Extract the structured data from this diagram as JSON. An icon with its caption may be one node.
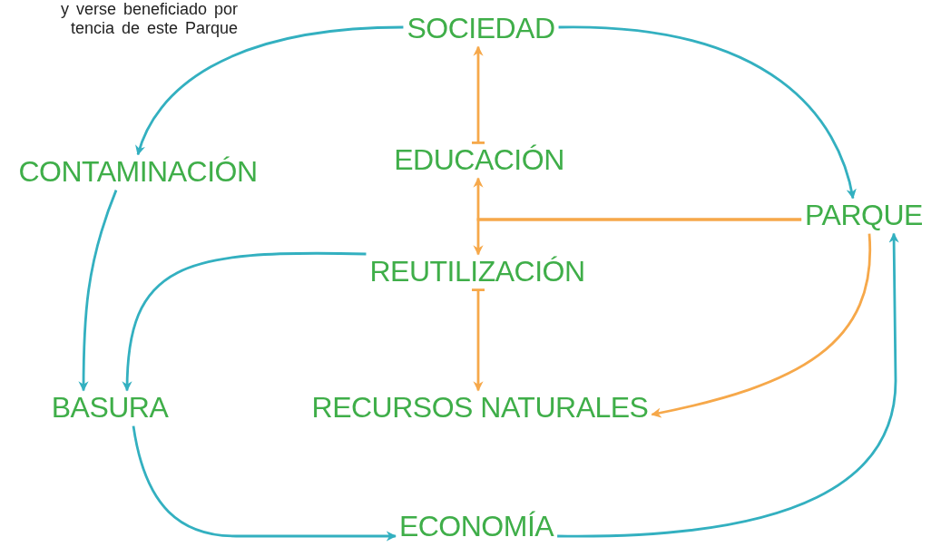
{
  "diagram": {
    "nodes": [
      {
        "text": [
          "SOCIEDAD"
        ]
      },
      {
        "text": [
          "CONTAMINACIÓN"
        ]
      },
      {
        "text": [
          "EDUCACIÓN"
        ]
      },
      {
        "text": [
          "PARQUE"
        ]
      },
      {
        "text": [
          "REUTILIZACIÓN"
        ]
      },
      {
        "text": [
          "BASURA"
        ]
      },
      {
        "text": [
          "RECURSOS NATURALES"
        ]
      },
      {
        "text": [
          "ECONOMÍA"
        ]
      }
    ],
    "edges": [
      {
        "from": 0,
        "to": 1,
        "arrow": "to"
      },
      {
        "from": 0,
        "to": 3,
        "arrow": "to"
      },
      {
        "from": 2,
        "to": 0,
        "arrow": "to",
        "color": "#f6a84a"
      },
      {
        "from": 3,
        "to": 2,
        "arrow": "to",
        "color": "#f6a84a"
      },
      {
        "from": 3,
        "to": 4,
        "arrow": "to",
        "color": "#f6a84a"
      },
      {
        "from": 4,
        "to": 6,
        "arrow": "to",
        "color": "#f6a84a"
      },
      {
        "from": 3,
        "to": 6,
        "arrow": "to",
        "color": "#f6a84a"
      },
      {
        "from": 1,
        "to": 5,
        "arrow": "to"
      },
      {
        "from": 4,
        "to": 5,
        "arrow": "to"
      },
      {
        "from": 5,
        "to": 7,
        "arrow": "to"
      },
      {
        "from": 7,
        "to": 3,
        "arrow": "to"
      }
    ],
    "labels": [
      "y verse beneficiado por",
      "tencia de este Parque"
    ]
  }
}
